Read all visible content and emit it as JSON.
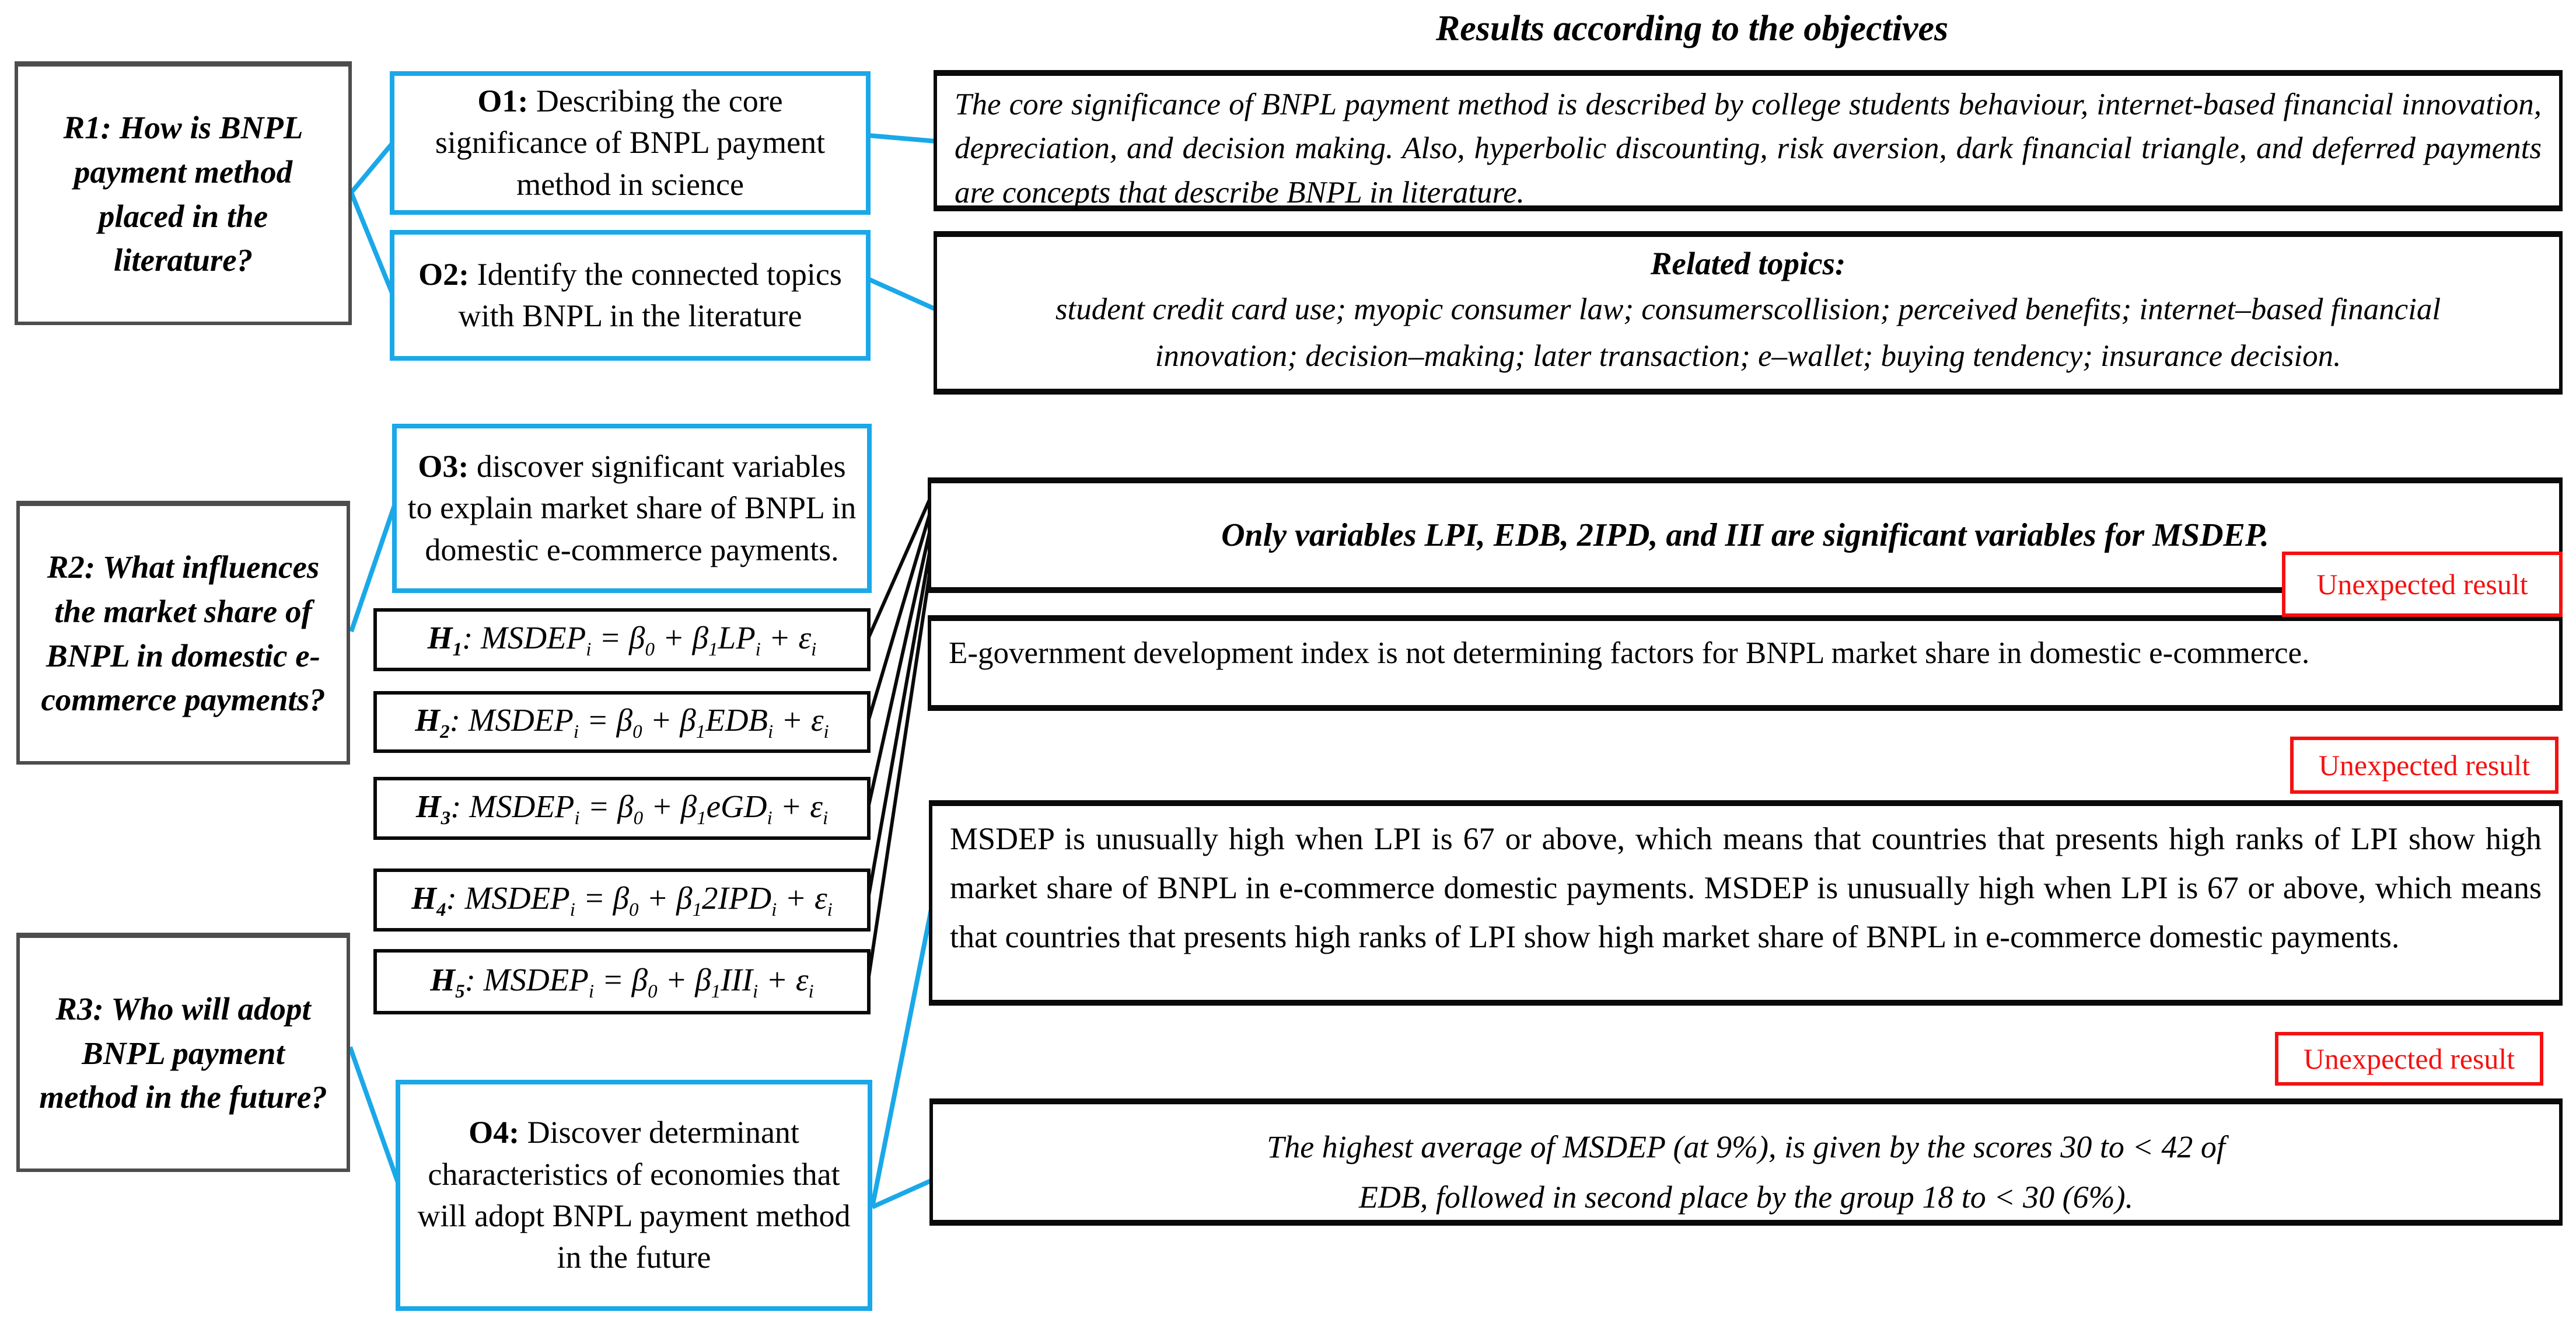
{
  "figure_title": "Results according to the objectives",
  "badge_label": "Unexpected result",
  "colors": {
    "accent_cyan": "#1AA8E8",
    "badge_red": "#F51111",
    "box_black": "#0a0a0a",
    "question_gray": "#4d4d4d",
    "background": "#ffffff"
  },
  "research_questions": [
    {
      "id": "R1",
      "text": "R1: How is BNPL payment method placed in the literature?"
    },
    {
      "id": "R2",
      "text": "R2: What influences the market share of BNPL in domestic e-commerce payments?"
    },
    {
      "id": "R3",
      "text": "R3: Who will adopt BNPL payment method in the future?"
    }
  ],
  "objectives": [
    {
      "id": "O1",
      "prefix": "O1:",
      "rest": " Describing the core significance of BNPL payment method in science"
    },
    {
      "id": "O2",
      "prefix": "O2:",
      "rest": " Identify the connected topics with BNPL in the literature"
    },
    {
      "id": "O3",
      "prefix": "O3:",
      "rest": " discover significant variables to explain market share of BNPL in domestic e-commerce payments."
    },
    {
      "id": "O4",
      "prefix": "O4:",
      "rest": " Discover determinant characteristics of economies that will adopt BNPL payment method in the future"
    }
  ],
  "hypotheses": [
    {
      "id": "H1",
      "variable": "LP",
      "segments": [
        {
          "t": "H",
          "b": true
        },
        {
          "t": "1",
          "b": true,
          "sub": true
        },
        {
          "t": ": MSDEP"
        },
        {
          "t": "i",
          "sub": true
        },
        {
          "t": " = "
        },
        {
          "t": "β"
        },
        {
          "t": "0",
          "sub": true
        },
        {
          "t": " + "
        },
        {
          "t": "β"
        },
        {
          "t": "1",
          "sub": true
        },
        {
          "t": "LP"
        },
        {
          "t": "i",
          "sub": true
        },
        {
          "t": " + "
        },
        {
          "t": "ε"
        },
        {
          "t": "i",
          "sub": true
        }
      ]
    },
    {
      "id": "H2",
      "variable": "EDB",
      "segments": [
        {
          "t": "H",
          "b": true
        },
        {
          "t": "2",
          "b": true,
          "sub": true
        },
        {
          "t": ": MSDEP"
        },
        {
          "t": "i",
          "sub": true
        },
        {
          "t": " = "
        },
        {
          "t": "β"
        },
        {
          "t": "0",
          "sub": true
        },
        {
          "t": " + "
        },
        {
          "t": "β"
        },
        {
          "t": "1",
          "sub": true
        },
        {
          "t": "EDB"
        },
        {
          "t": "i",
          "sub": true
        },
        {
          "t": " + "
        },
        {
          "t": "ε"
        },
        {
          "t": "i",
          "sub": true
        }
      ]
    },
    {
      "id": "H3",
      "variable": "eGD",
      "segments": [
        {
          "t": "H",
          "b": true
        },
        {
          "t": "3",
          "b": true,
          "sub": true
        },
        {
          "t": ": MSDEP"
        },
        {
          "t": "i",
          "sub": true
        },
        {
          "t": " = "
        },
        {
          "t": "β"
        },
        {
          "t": "0",
          "sub": true
        },
        {
          "t": " + "
        },
        {
          "t": "β"
        },
        {
          "t": "1",
          "sub": true
        },
        {
          "t": "eGD"
        },
        {
          "t": "i",
          "sub": true
        },
        {
          "t": " + "
        },
        {
          "t": "ε"
        },
        {
          "t": "i",
          "sub": true
        }
      ]
    },
    {
      "id": "H4",
      "variable": "2IPD",
      "segments": [
        {
          "t": "H",
          "b": true
        },
        {
          "t": "4",
          "b": true,
          "sub": true
        },
        {
          "t": ": MSDEP"
        },
        {
          "t": "i",
          "sub": true
        },
        {
          "t": " = "
        },
        {
          "t": "β"
        },
        {
          "t": "0",
          "sub": true
        },
        {
          "t": " + "
        },
        {
          "t": "β"
        },
        {
          "t": "1",
          "sub": true
        },
        {
          "t": "2IPD"
        },
        {
          "t": "i",
          "sub": true
        },
        {
          "t": " + "
        },
        {
          "t": "ε"
        },
        {
          "t": "i",
          "sub": true
        }
      ]
    },
    {
      "id": "H5",
      "variable": "III",
      "segments": [
        {
          "t": "H",
          "b": true
        },
        {
          "t": "5",
          "b": true,
          "sub": true
        },
        {
          "t": ": MSDEP"
        },
        {
          "t": "i",
          "sub": true
        },
        {
          "t": " = "
        },
        {
          "t": "β"
        },
        {
          "t": "0",
          "sub": true
        },
        {
          "t": " + "
        },
        {
          "t": "β"
        },
        {
          "t": "1",
          "sub": true
        },
        {
          "t": "III"
        },
        {
          "t": "i",
          "sub": true
        },
        {
          "t": " + "
        },
        {
          "t": "ε"
        },
        {
          "t": "i",
          "sub": true
        }
      ]
    }
  ],
  "results": {
    "o1": {
      "text": "The core significance of BNPL payment method is described by college students behaviour, internet-based financial innovation, depreciation, and decision making. Also, hyperbolic discounting, risk aversion, dark financial triangle, and deferred payments are concepts that describe BNPL in literature."
    },
    "o2": {
      "heading": "Related topics:",
      "text": "student credit card use; myopic consumer law; consumerscollision; perceived benefits; internet–based financial innovation; decision–making; later transaction; e–wallet; buying tendency; insurance decision."
    },
    "o3": {
      "text": "Only variables LPI, EDB, 2IPD, and III are significant variables for MSDEP."
    },
    "egov": {
      "text": "E-government development index is not determining factors for BNPL market share in domestic e-commerce."
    },
    "lpi": {
      "text": "MSDEP is unusually high when LPI is 67 or above, which means that countries that presents high ranks of LPI show high market share of BNPL in e-commerce domestic payments. MSDEP is unusually high when LPI is 67 or above, which means that countries that presents high ranks of LPI show high market share of BNPL in e-commerce domestic payments."
    },
    "o4": {
      "text": "The highest average of MSDEP (at 9%), is given by the scores 30 to < 42 of EDB, followed in second place by the group 18 to < 30 (6%)."
    }
  }
}
